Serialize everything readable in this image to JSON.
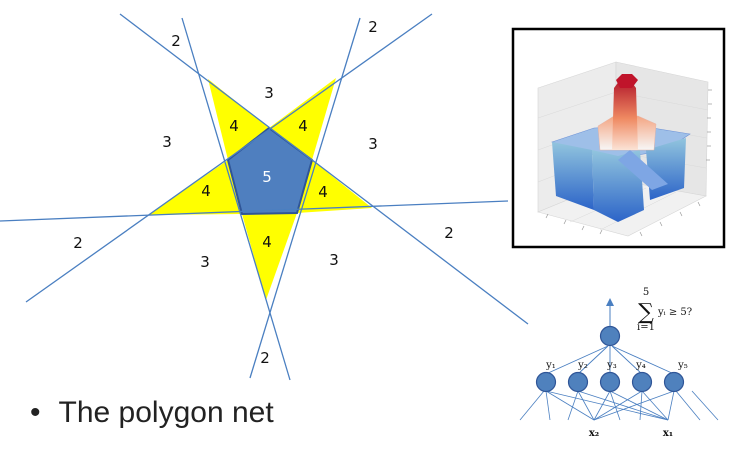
{
  "bullet": {
    "marker": "•",
    "text": "The polygon net"
  },
  "diagram": {
    "center_label": "5",
    "triangle_labels": [
      "4",
      "4",
      "4",
      "4",
      "4"
    ],
    "outer_3_labels": [
      "3",
      "3",
      "3",
      "3",
      "3"
    ],
    "outer_2_labels": [
      "2",
      "2",
      "2",
      "2",
      "2"
    ],
    "colors": {
      "line": "#4a7fc1",
      "triangle_fill": "#ffff00",
      "pentagon_fill": "#4f7fbf",
      "pentagon_stroke": "#2f5597"
    }
  },
  "network": {
    "formula": {
      "sigma": "∑",
      "upper": "5",
      "lower": "i=1",
      "expr": "yᵢ ≥ 5?"
    },
    "hidden_labels": [
      "y₁",
      "y₂",
      "y₃",
      "y₄",
      "y₅"
    ],
    "input_labels": [
      "x₂",
      "x₁"
    ],
    "colors": {
      "node_fill": "#4f81bd",
      "node_stroke": "#2f5597",
      "edge": "#4a7fc1"
    }
  }
}
